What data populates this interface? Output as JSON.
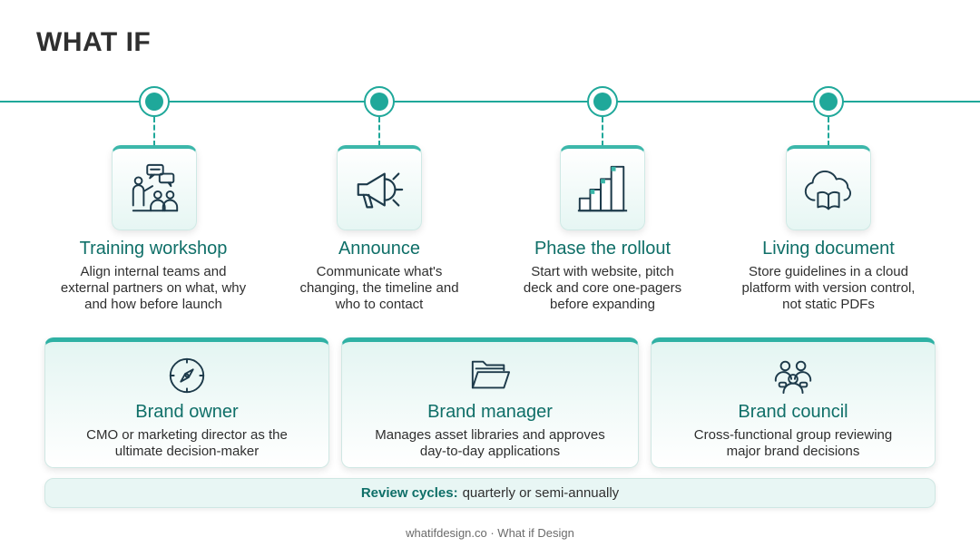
{
  "title": "WHAT IF",
  "accent_color": "#1fa89a",
  "steps": [
    {
      "title": "Training workshop",
      "desc_lines": [
        "Align internal teams and",
        "external partners on what, why",
        "and how before launch"
      ],
      "icon": "presentation-icon"
    },
    {
      "title": "Announce",
      "desc_lines": [
        "Communicate what's",
        "changing, the timeline and",
        "who to contact"
      ],
      "icon": "megaphone-icon"
    },
    {
      "title": "Phase the rollout",
      "desc_lines": [
        "Start with website, pitch",
        "deck and core one-pagers",
        "before expanding"
      ],
      "icon": "bar-chart-icon"
    },
    {
      "title": "Living document",
      "desc_lines": [
        "Store guidelines in a cloud",
        "platform with version control,",
        "not static PDFs"
      ],
      "icon": "cloud-book-icon"
    }
  ],
  "roles": [
    {
      "title": "Brand owner",
      "desc_lines": [
        "CMO or marketing director as the",
        "ultimate decision-maker"
      ],
      "icon": "compass-icon"
    },
    {
      "title": "Brand manager",
      "desc_lines": [
        "Manages asset libraries and approves",
        "day-to-day applications"
      ],
      "icon": "folder-icon"
    },
    {
      "title": "Brand council",
      "desc_lines": [
        "Cross-functional group reviewing",
        "major brand decisions"
      ],
      "icon": "group-icon"
    }
  ],
  "review": {
    "label": "Review cycles:",
    "text": "quarterly or semi-annually"
  },
  "footer": "whatifdesign.co · What if Design"
}
